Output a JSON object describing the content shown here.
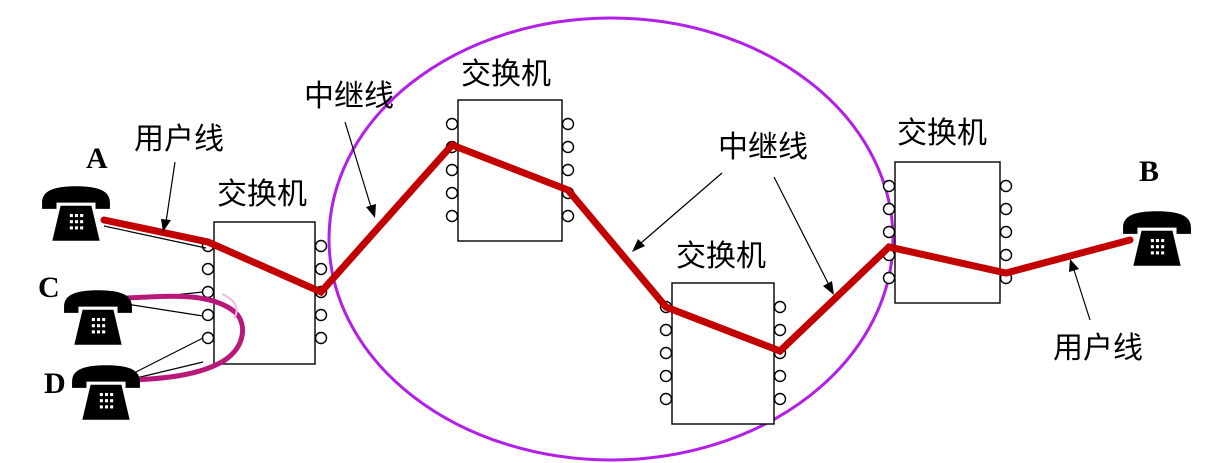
{
  "labels": {
    "switch": "交换机",
    "trunk_line": "中继线",
    "user_line": "用户线"
  },
  "phones": {
    "a": "A",
    "b": "B",
    "c": "C",
    "d": "D"
  },
  "colors": {
    "trunk": "#c20000",
    "local_loop": "#b8187a",
    "network_ellipse": "#b21fe6",
    "stroke": "#000000"
  },
  "icons": {
    "telephone": "telephone-icon"
  }
}
